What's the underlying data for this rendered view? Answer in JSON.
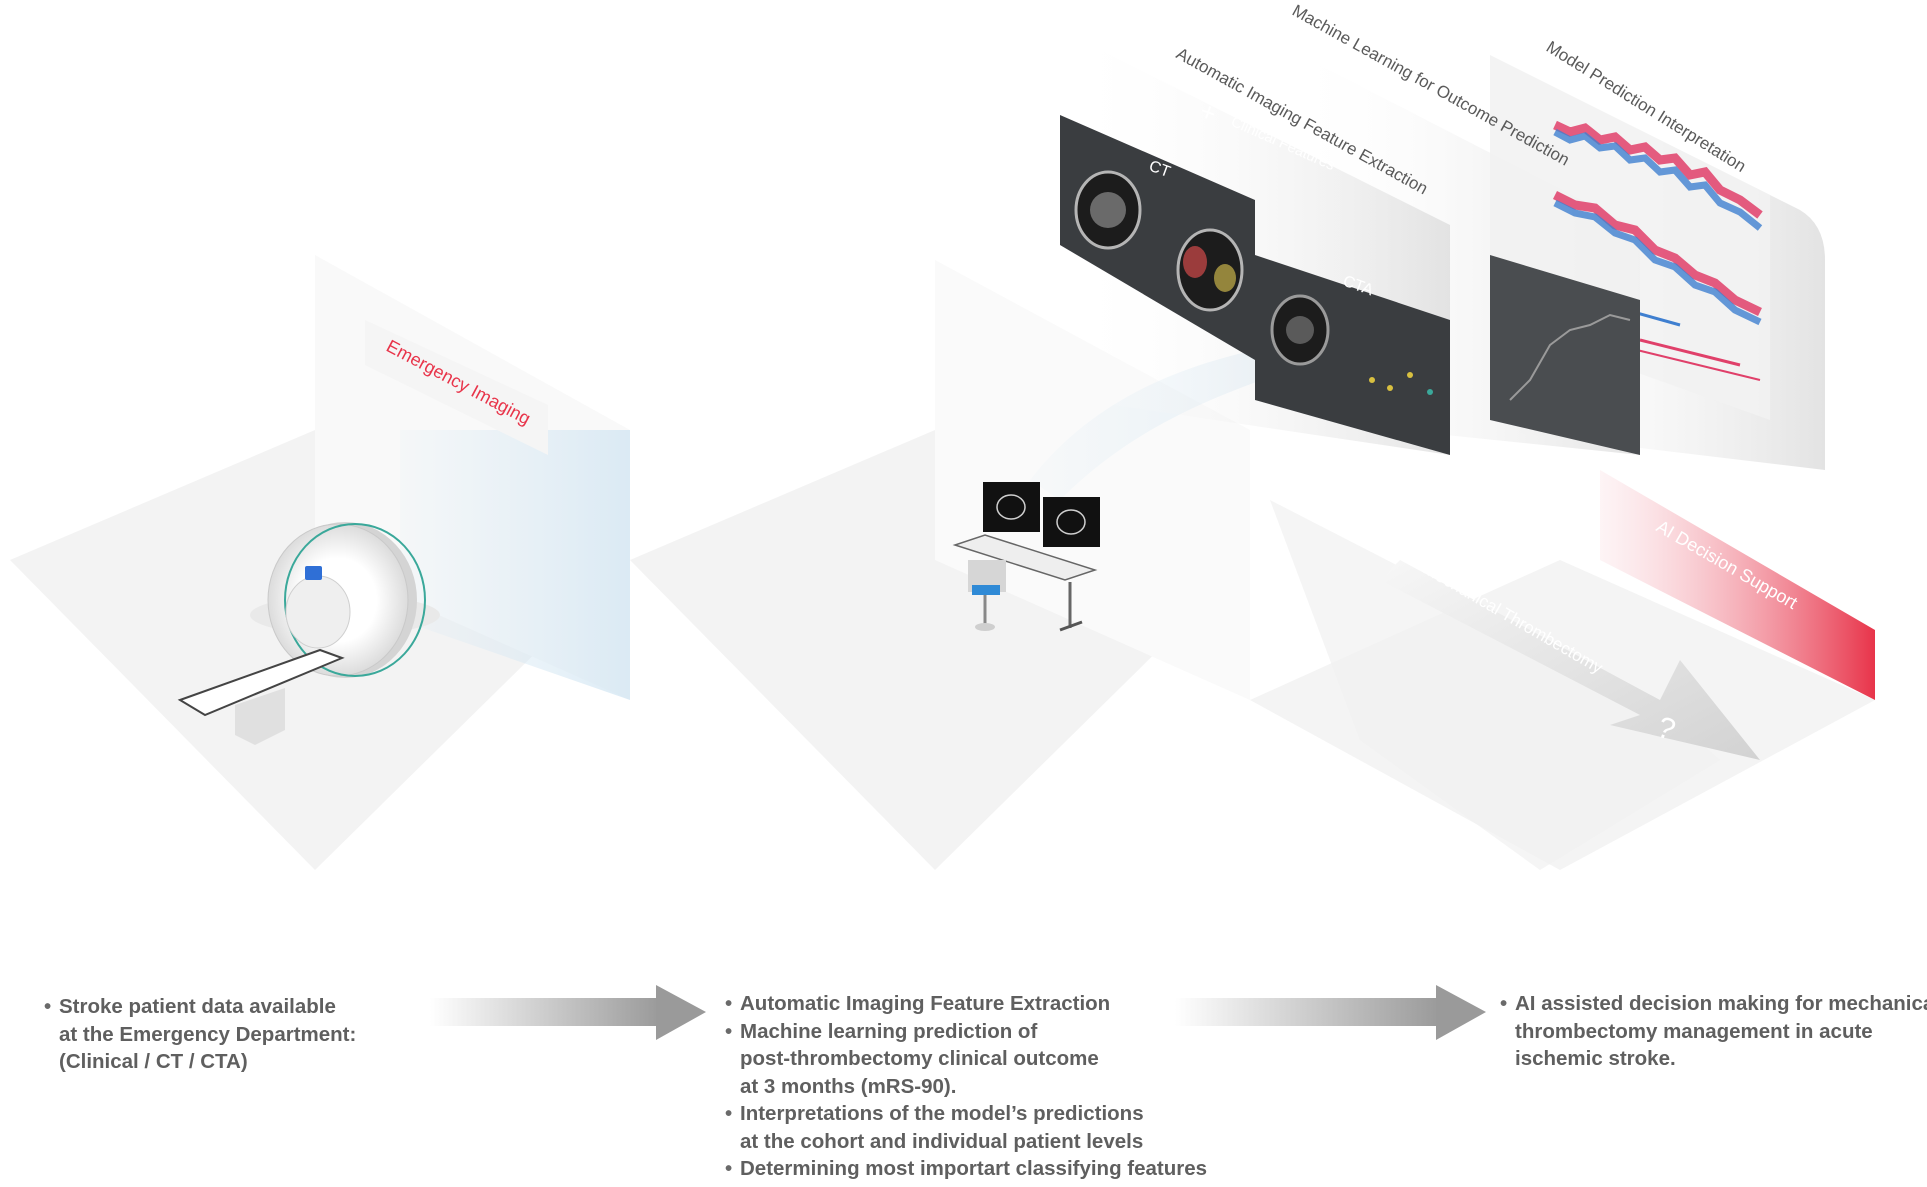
{
  "scene_labels": {
    "emergency_imaging": "Emergency Imaging",
    "automatic_imaging": "Automatic Imaging Feature Extraction",
    "machine_learning": "Machine Learning  for Outcome Prediction",
    "model_prediction": "Model Prediction Interpretation",
    "clinical_features": "Clinical Features",
    "ct": "CT",
    "cta": "CTA",
    "mechanical_thrombectomy": "Mechanical Thrombectomy",
    "ai_decision_support": "AI Decision Support",
    "question_mark": "?"
  },
  "stages": [
    {
      "lines": [
        "Stroke patient data available",
        "at the Emergency Department:",
        "(Clinical / CT / CTA)"
      ]
    },
    {
      "bullets": [
        {
          "lines": [
            "Automatic Imaging Feature Extraction"
          ]
        },
        {
          "lines": [
            "Machine learning prediction of",
            "post-thrombectomy clinical outcome",
            "at 3 months (mRS-90)."
          ]
        },
        {
          "lines": [
            "Interpretations of the model’s predictions",
            "at the cohort and individual patient levels"
          ]
        },
        {
          "lines": [
            "Determining most importart classifying features"
          ]
        }
      ]
    },
    {
      "lines": [
        "AI assisted decision making for mechanical",
        "thrombectomy management in acute",
        "ischemic stroke."
      ]
    }
  ],
  "colors": {
    "accent_red": "#e8344a",
    "series_red": "#e0406a",
    "series_blue": "#3f7fd0",
    "text_gray": "#5f5f5f",
    "screen_dark": "#3a3d40",
    "scanner_teal": "#3aa89a"
  }
}
